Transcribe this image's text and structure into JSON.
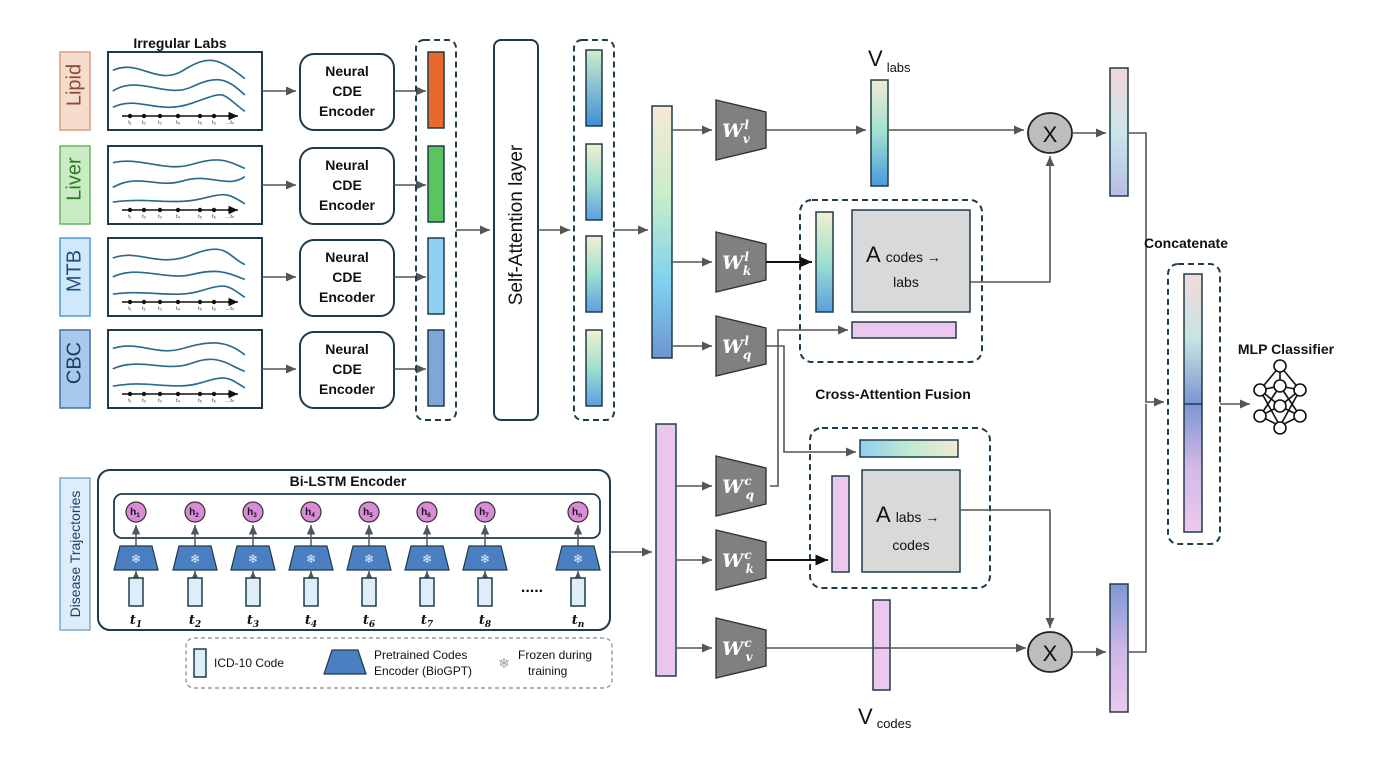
{
  "labs": {
    "title": "Irregular Labs",
    "groups": [
      {
        "name": "Lipid",
        "fill": "#f6dccb",
        "stroke": "#d89b84",
        "text": "#8a4a38",
        "embed_color": "#e8692a"
      },
      {
        "name": "Liver",
        "fill": "#c9ecc4",
        "stroke": "#6db463",
        "text": "#2f7a27",
        "embed_color": "#5cc45e"
      },
      {
        "name": "MTB",
        "fill": "#cfe8fb",
        "stroke": "#4e9ad6",
        "text": "#1f4e7a",
        "embed_color": "#8fd0f5"
      },
      {
        "name": "CBC",
        "fill": "#a9c9ec",
        "stroke": "#3f6fa8",
        "text": "#1f3e66",
        "embed_color": "#7ea6d8"
      }
    ],
    "encoder_label": [
      "Neural",
      "CDE",
      "Encoder"
    ],
    "time_ticks": [
      "t₁",
      "t₂",
      "t₃",
      "t₄",
      "t₅",
      "t₆",
      "...tₙ"
    ]
  },
  "self_attention_label": "Self-Attention layer",
  "weights": {
    "wvl": {
      "base": "W",
      "sup": "l",
      "sub": "v"
    },
    "wkl": {
      "base": "W",
      "sup": "l",
      "sub": "k"
    },
    "wql": {
      "base": "W",
      "sup": "l",
      "sub": "q"
    },
    "wqc": {
      "base": "W",
      "sup": "c",
      "sub": "q"
    },
    "wkc": {
      "base": "W",
      "sup": "c",
      "sub": "k"
    },
    "wvc": {
      "base": "W",
      "sup": "c",
      "sub": "v"
    }
  },
  "v_labs": {
    "base": "V",
    "sub": "labs"
  },
  "v_codes": {
    "base": "V",
    "sub": "codes"
  },
  "a_codes_labs": {
    "base": "A",
    "sub": "codes →",
    "line2": "labs"
  },
  "a_labs_codes": {
    "base": "A",
    "sub": "labs →",
    "line2": "codes"
  },
  "multiply_label": "X",
  "cross_attention_label": "Cross-Attention Fusion",
  "concatenate_label": "Concatenate",
  "mlp_label": "MLP Classifier",
  "trajectories_label": "Disease Trajectories",
  "bilstm": {
    "title": "Bi-LSTM Encoder",
    "hidden": [
      "h1",
      "h2",
      "h3",
      "h4",
      "h5",
      "h6",
      "h7",
      "hn"
    ],
    "times": [
      "t1",
      "t2",
      "t3",
      "t4",
      "t6",
      "t7",
      "t8",
      "tn"
    ],
    "ellipsis": "....."
  },
  "legend": {
    "icd": "ICD-10 Code",
    "encoder_line1": "Pretrained Codes",
    "encoder_line2": "Encoder (BioGPT)",
    "frozen_line1": "Frozen during",
    "frozen_line2": "training"
  },
  "colors": {
    "pink": "#e9c6ea",
    "pink_stroke": "#8a5a96",
    "gray_box": "#d9d9d9",
    "blue_encoder": "#4a7fc1",
    "hidden_circle": "#d98bd8",
    "border": "#1e3b4a"
  }
}
